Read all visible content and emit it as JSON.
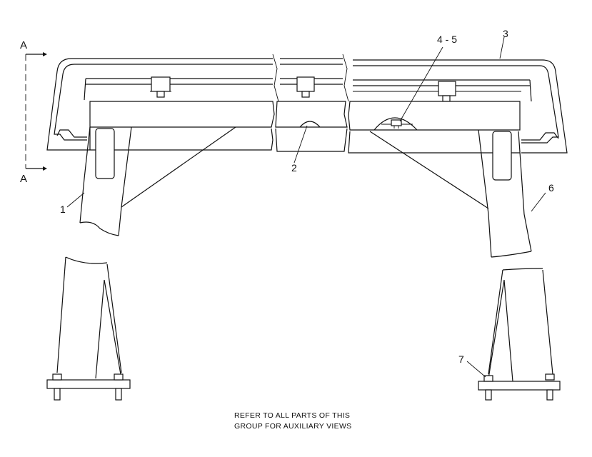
{
  "labels": {
    "section_top": "A",
    "section_bottom": "A",
    "callout_1": "1",
    "callout_2": "2",
    "callout_3": "3",
    "callout_45": "4 - 5",
    "callout_6": "6",
    "callout_7": "7"
  },
  "note": {
    "line1": "REFER TO ALL PARTS OF THIS",
    "line2": "GROUP FOR AUXILIARY VIEWS"
  }
}
